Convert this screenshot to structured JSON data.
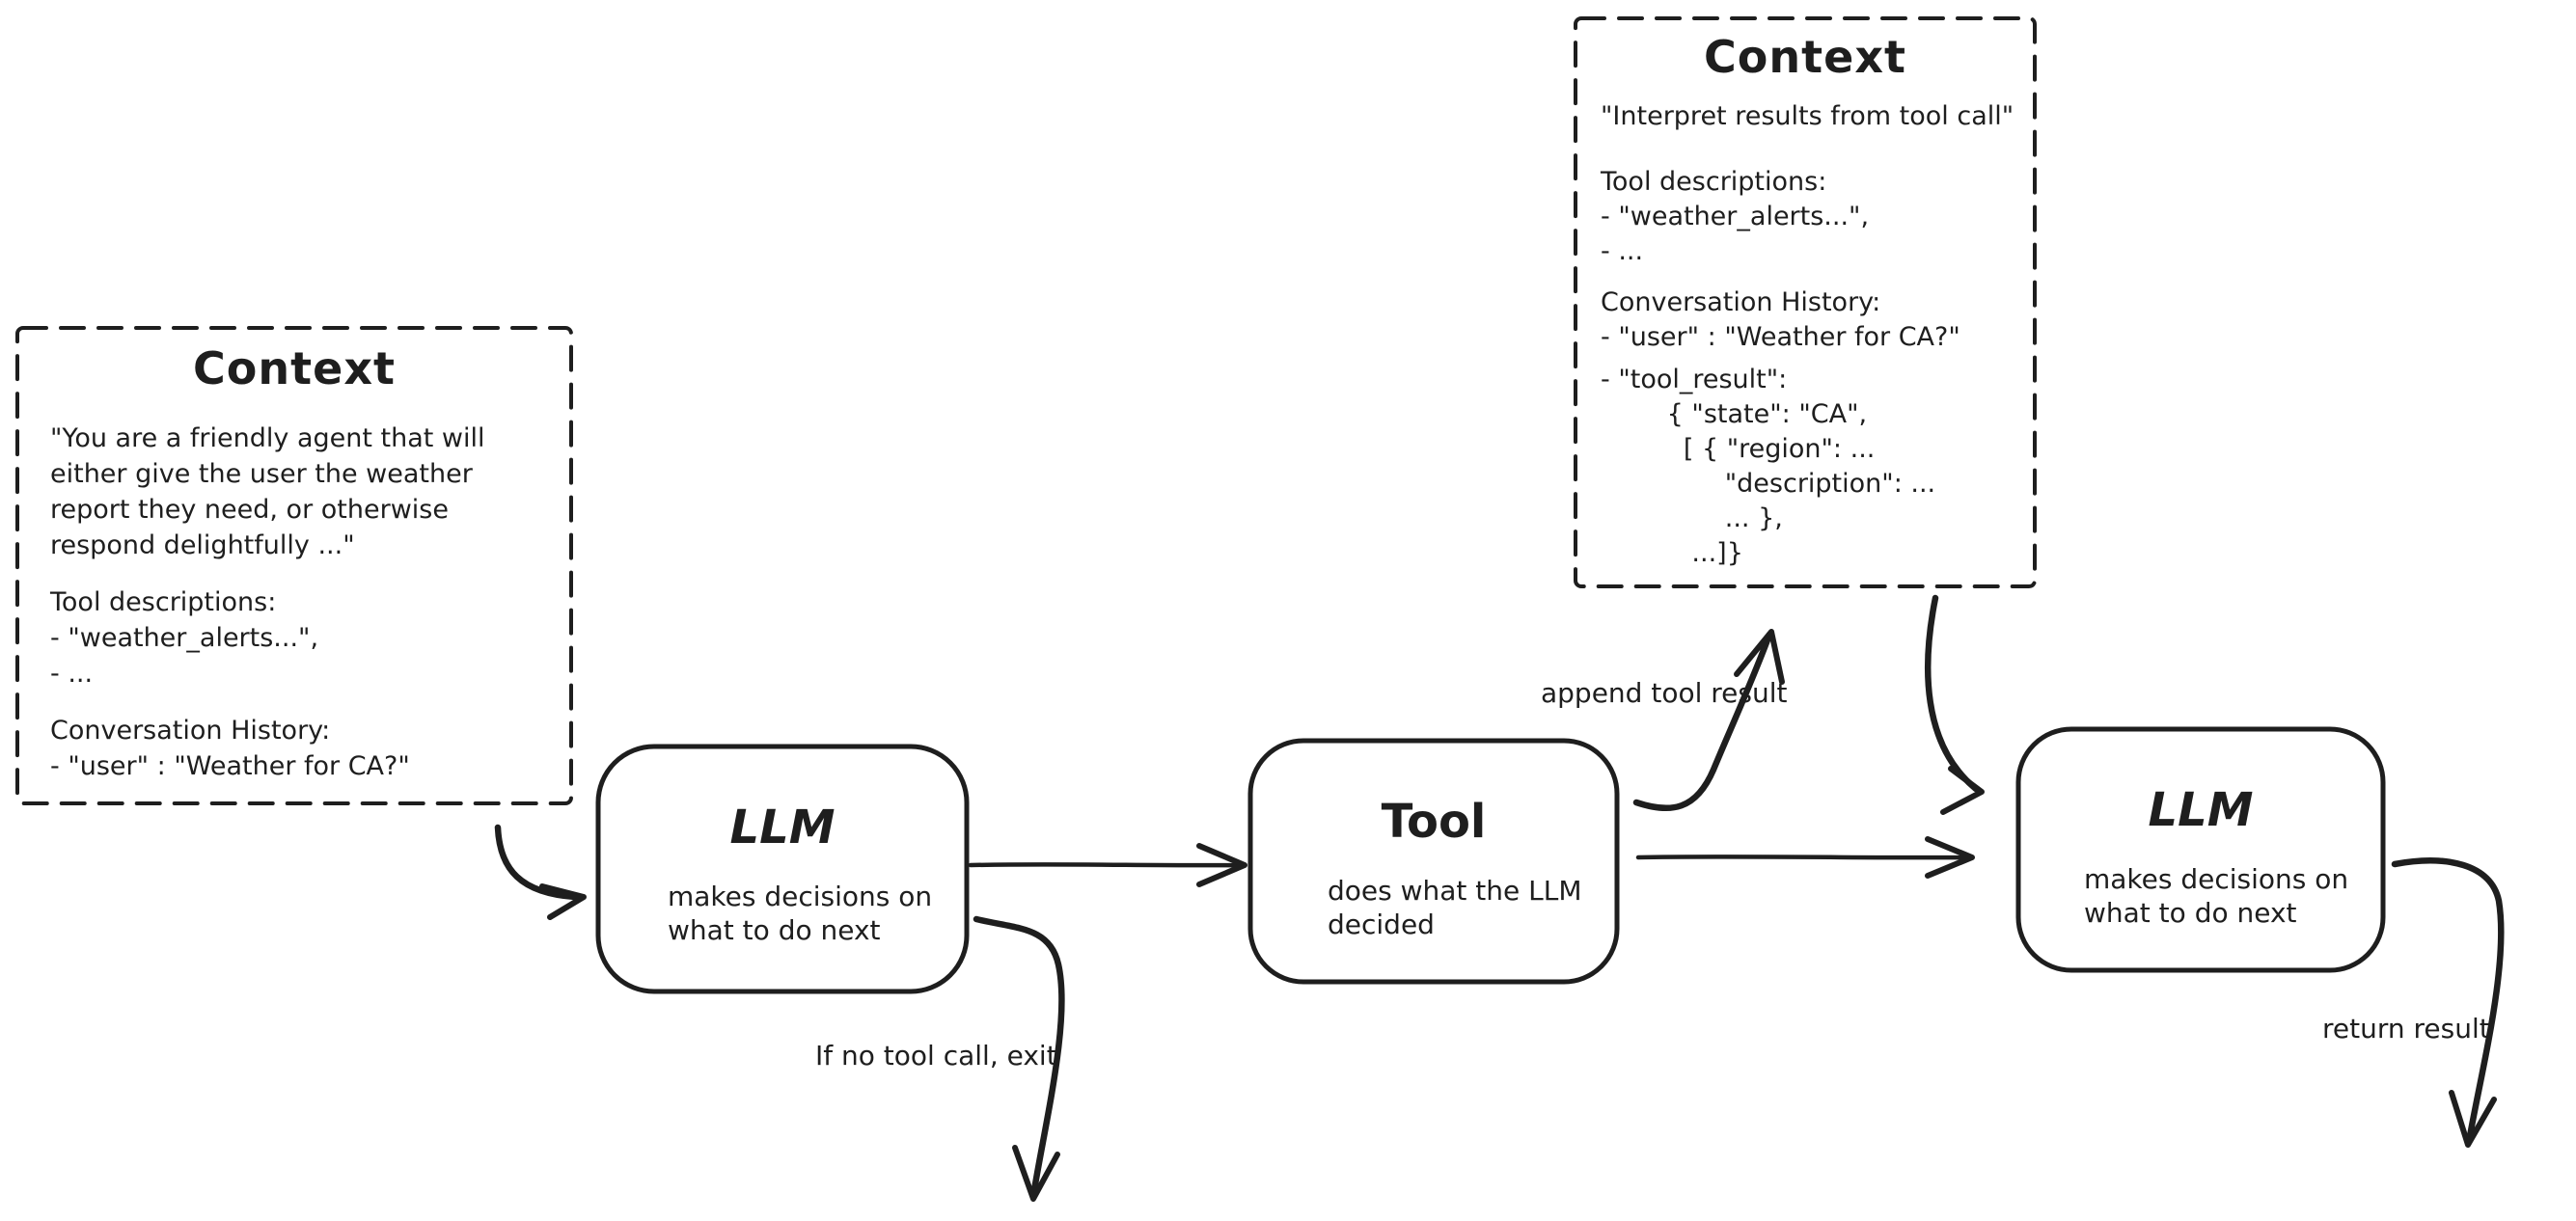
{
  "diagram": {
    "stroke_color": "#1e1e1e",
    "background_color": "#ffffff",
    "context1": {
      "title": "Context",
      "system_prompt": "\"You are a friendly agent that will\neither give the user the weather\nreport they need, or otherwise\nrespond delightfully ...\"",
      "tool_descriptions": "Tool descriptions:\n- \"weather_alerts...\",\n- ...",
      "conversation_history": "Conversation History:\n- \"user\" : \"Weather for CA?\""
    },
    "context2": {
      "title": "Context",
      "system_prompt": "\"Interpret results from tool call\"",
      "tool_descriptions": "Tool descriptions:\n- \"weather_alerts...\",\n- ...",
      "conversation_history": "Conversation History:\n- \"user\" : \"Weather for CA?\"",
      "tool_result": "- \"tool_result\":\n        { \"state\": \"CA\",\n          [ { \"region\": ...\n               \"description\": ...\n               ... },\n           ...]}"
    },
    "llm1": {
      "title": "LLM",
      "subtitle": "makes decisions on\nwhat to do next"
    },
    "tool": {
      "title": "Tool",
      "subtitle": "does what the LLM\ndecided"
    },
    "llm2": {
      "title": "LLM",
      "subtitle": "makes decisions on\nwhat to do next"
    },
    "labels": {
      "append_tool_result": "append tool result",
      "if_no_tool_call_exit": "If no tool call, exit",
      "return_result": "return result"
    }
  }
}
